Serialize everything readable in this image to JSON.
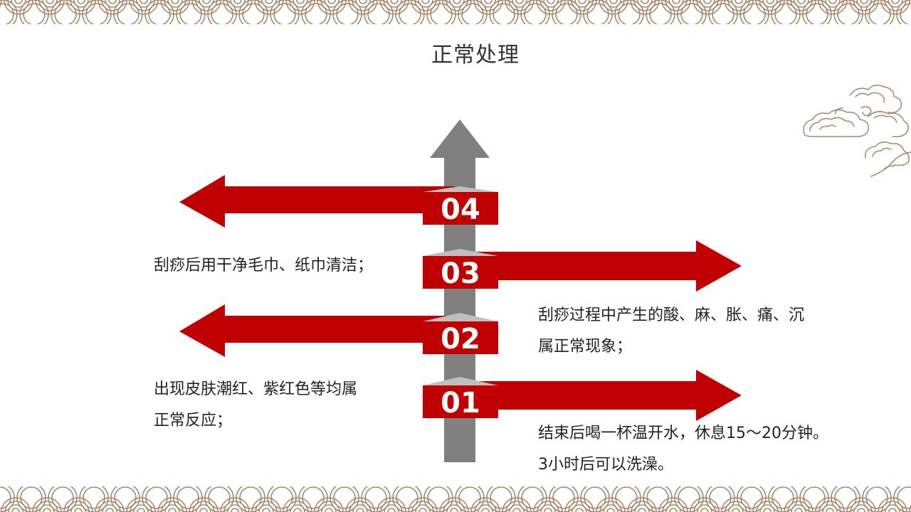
{
  "title": "正常处理",
  "colors": {
    "accent": "#c00000",
    "shaft": "#808080",
    "ornament": "#a9876b"
  },
  "steps": [
    {
      "number": "01",
      "direction": "right",
      "text": [
        "结束后喝一杯温开水，休息15～20分钟。",
        "3小时后可以洗澡。"
      ]
    },
    {
      "number": "02",
      "direction": "left",
      "text": [
        "出现皮肤潮红、紫红色等均属",
        "正常反应；"
      ]
    },
    {
      "number": "03",
      "direction": "right",
      "text": [
        "刮痧过程中产生的酸、麻、胀、痛、沉",
        "属正常现象；"
      ]
    },
    {
      "number": "04",
      "direction": "left",
      "text": []
    }
  ],
  "left_note_03": "刮痧后用干净毛巾、纸巾清洁；"
}
